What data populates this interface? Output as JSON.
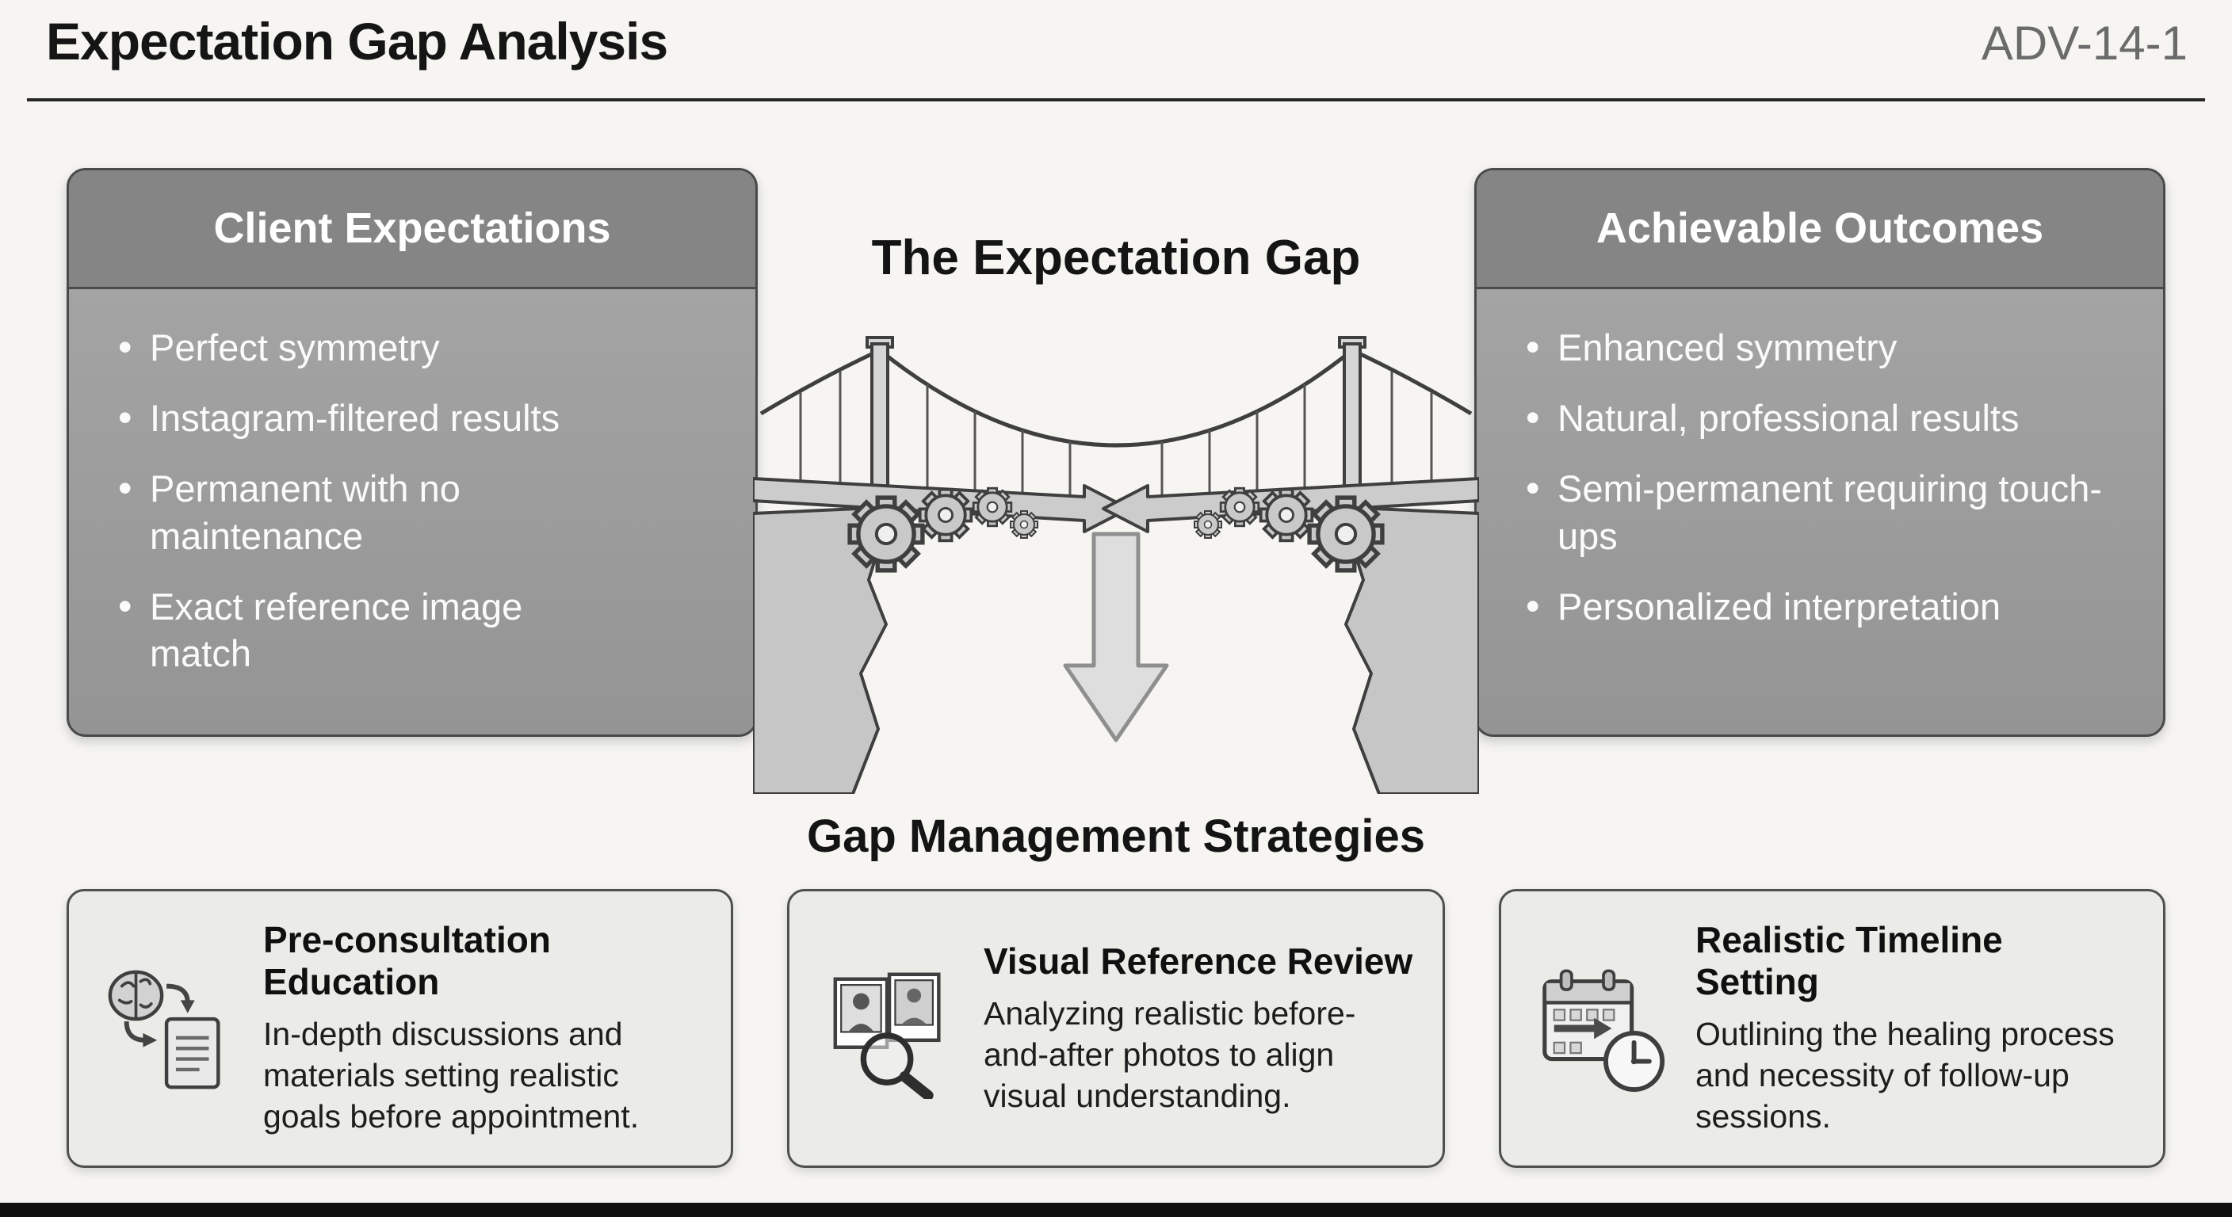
{
  "header": {
    "title": "Expectation Gap Analysis",
    "code": "ADV-14-1"
  },
  "left_panel": {
    "title": "Client Expectations",
    "items": [
      "Perfect symmetry",
      "Instagram-filtered results",
      "Permanent with no maintenance",
      "Exact reference image match"
    ]
  },
  "right_panel": {
    "title": "Achievable Outcomes",
    "items": [
      "Enhanced symmetry",
      "Natural, professional results",
      "Semi-permanent requiring touch-ups",
      "Personalized interpretation"
    ]
  },
  "center": {
    "gap_title": "The Expectation Gap",
    "strategies_title": "Gap Management Strategies"
  },
  "strategies": [
    {
      "icon": "brain-document-icon",
      "title": "Pre-consultation Education",
      "description": "In-depth discussions and materials setting realistic goals before appointment."
    },
    {
      "icon": "photo-magnifier-icon",
      "title": "Visual Reference Review",
      "description": "Analyzing realistic before-and-after photos to align visual understanding."
    },
    {
      "icon": "calendar-clock-icon",
      "title": "Realistic Timeline Setting",
      "description": "Outlining the healing process and necessity of follow-up sessions."
    }
  ],
  "colors": {
    "panel_header": "#858585",
    "panel_body": "#9d9d9d",
    "panel_border": "#4a4a4a",
    "card_background": "#ebebe8",
    "page_background": "#f6f5f2",
    "text_on_panel": "#fbfbfb",
    "heading_text": "#141414",
    "code_text": "#6b6b6b"
  }
}
